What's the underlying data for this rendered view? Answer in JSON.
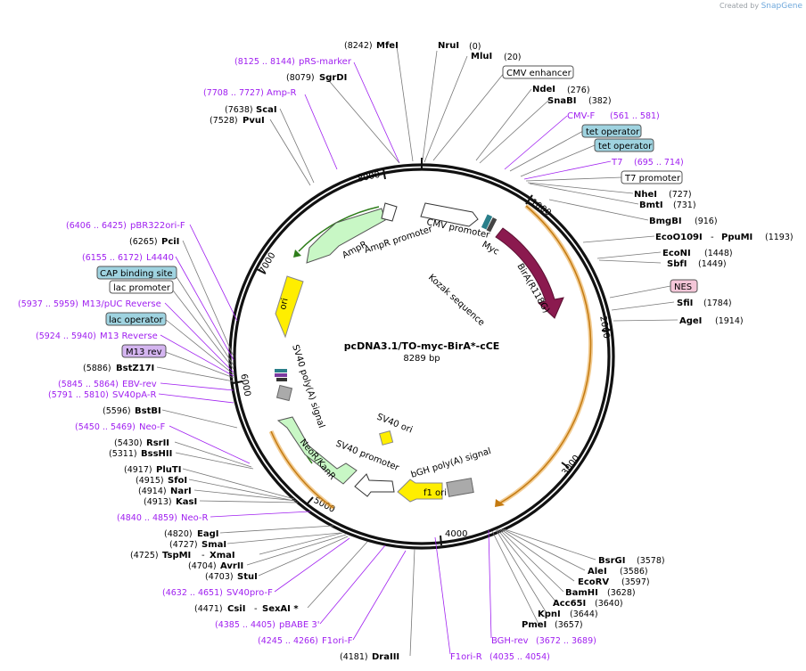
{
  "header": {
    "credit_prefix": "Created by",
    "credit_brand": "SnapGene"
  },
  "plasmid": {
    "name": "pcDNA3.1/TO-myc-BirA*-cCE",
    "length": "8289 bp"
  },
  "ticks": [
    "1000",
    "2000",
    "3000",
    "4000",
    "5000",
    "6000",
    "7000",
    "8000"
  ],
  "sites_top": [
    {
      "pos": "(8242)",
      "name": "MfeI"
    },
    {
      "pos": "(0)",
      "name": "NruI"
    },
    {
      "pos": "(20)",
      "name": "MluI"
    },
    {
      "range": "(8125 .. 8144)",
      "name": "pRS-marker"
    },
    {
      "pos": "(8079)",
      "name": "SgrDI"
    },
    {
      "range": "(7708 .. 7727)",
      "name": "Amp-R"
    },
    {
      "pos": "(7638)",
      "name": "ScaI"
    },
    {
      "pos": "(7528)",
      "name": "PvuI"
    }
  ],
  "sites_right": [
    {
      "box": "CMV enhancer"
    },
    {
      "name": "NdeI",
      "pos": "(276)"
    },
    {
      "name": "SnaBI",
      "pos": "(382)"
    },
    {
      "name": "CMV-F",
      "range": "(561 .. 581)"
    },
    {
      "box": "tet operator"
    },
    {
      "box": "tet operator"
    },
    {
      "name": "T7",
      "range": "(695 .. 714)"
    },
    {
      "box": "T7 promoter"
    },
    {
      "name": "NheI",
      "pos": "(727)"
    },
    {
      "name": "BmtI",
      "pos": "(731)"
    },
    {
      "name": "BmgBI",
      "pos": "(916)"
    },
    {
      "name": "EcoO109I",
      "sep": "-",
      "name2": "PpuMI",
      "pos": "(1193)"
    },
    {
      "name": "EcoNI",
      "pos": "(1448)"
    },
    {
      "name": "SbfI",
      "pos": "(1449)"
    },
    {
      "box": "NES"
    },
    {
      "name": "SfiI",
      "pos": "(1784)"
    },
    {
      "name": "AgeI",
      "pos": "(1914)"
    }
  ],
  "sites_left": [
    {
      "range": "(6406 .. 6425)",
      "name": "pBR322ori-F"
    },
    {
      "pos": "(6265)",
      "name": "PciI"
    },
    {
      "range": "(6155 .. 6172)",
      "name": "L4440"
    },
    {
      "box": "CAP binding site"
    },
    {
      "box": "lac promoter"
    },
    {
      "range": "(5937 .. 5959)",
      "name": "M13/pUC Reverse"
    },
    {
      "box": "lac operator"
    },
    {
      "range": "(5924 .. 5940)",
      "name": "M13 Reverse"
    },
    {
      "box": "M13 rev"
    },
    {
      "pos": "(5886)",
      "name": "BstZ17I"
    },
    {
      "range": "(5845 .. 5864)",
      "name": "EBV-rev"
    },
    {
      "range": "(5791 .. 5810)",
      "name": "SV40pA-R"
    },
    {
      "pos": "(5596)",
      "name": "BstBI"
    },
    {
      "range": "(5450 .. 5469)",
      "name": "Neo-F"
    },
    {
      "pos": "(5430)",
      "name": "RsrII"
    },
    {
      "pos": "(5311)",
      "name": "BssHII"
    },
    {
      "pos": "(4917)",
      "name": "PluTI"
    },
    {
      "pos": "(4915)",
      "name": "SfoI"
    },
    {
      "pos": "(4914)",
      "name": "NarI"
    },
    {
      "pos": "(4913)",
      "name": "KasI"
    },
    {
      "range": "(4840 .. 4859)",
      "name": "Neo-R"
    },
    {
      "pos": "(4820)",
      "name": "EagI"
    },
    {
      "pos": "(4727)",
      "name": "SmaI"
    },
    {
      "pos": "(4725)",
      "name": "TspMI",
      "sep": "-",
      "name2": "XmaI"
    },
    {
      "pos": "(4704)",
      "name": "AvrII"
    },
    {
      "pos": "(4703)",
      "name": "StuI"
    },
    {
      "range": "(4632 .. 4651)",
      "name": "SV40pro-F"
    },
    {
      "pos": "(4471)",
      "name": "CsiI",
      "sep": "-",
      "name2": "SexAI *"
    },
    {
      "range": "(4385 .. 4405)",
      "name": "pBABE 3'"
    },
    {
      "range": "(4245 .. 4266)",
      "name": "F1ori-F"
    },
    {
      "pos": "(4181)",
      "name": "DraIII"
    }
  ],
  "sites_bottom": [
    {
      "name": "F1ori-R",
      "range": "(4035 .. 4054)"
    },
    {
      "name": "BGH-rev",
      "range": "(3672 .. 3689)"
    },
    {
      "name": "PmeI",
      "pos": "(3657)"
    },
    {
      "name": "KpnI",
      "pos": "(3644)"
    },
    {
      "name": "Acc65I",
      "pos": "(3640)"
    },
    {
      "name": "BamHI",
      "pos": "(3628)"
    },
    {
      "name": "EcoRV",
      "pos": "(3597)"
    },
    {
      "name": "AleI",
      "pos": "(3586)"
    },
    {
      "name": "BsrGI",
      "pos": "(3578)"
    }
  ],
  "features": {
    "cmv_promoter": "CMV promoter",
    "myc": "Myc",
    "bira": "BirA(R118G)",
    "kozak": "Kozak sequence",
    "ampr": "AmpR",
    "ampr_promoter": "AmpR promoter",
    "ori": "ori",
    "sv40_polya": "SV40 poly(A) signal",
    "sv40_ori": "SV40 ori",
    "neor": "NeoR/KanR",
    "sv40_promoter": "SV40 promoter",
    "bgh_polya": "bGH poly(A) signal",
    "f1_ori": "f1 ori"
  },
  "colors": {
    "backbone": "#111111",
    "primer": "#a020f0",
    "bira": "#8b1a4f",
    "orf_outline": "#e8a33a",
    "promoter_fill": "#ffffff",
    "ampr_fill": "#c8f7c5",
    "ori_fill": "#ffee00",
    "box_blue": "#9fd3e0",
    "box_pink": "#f4c6d8",
    "box_purple": "#d4b5f0"
  }
}
